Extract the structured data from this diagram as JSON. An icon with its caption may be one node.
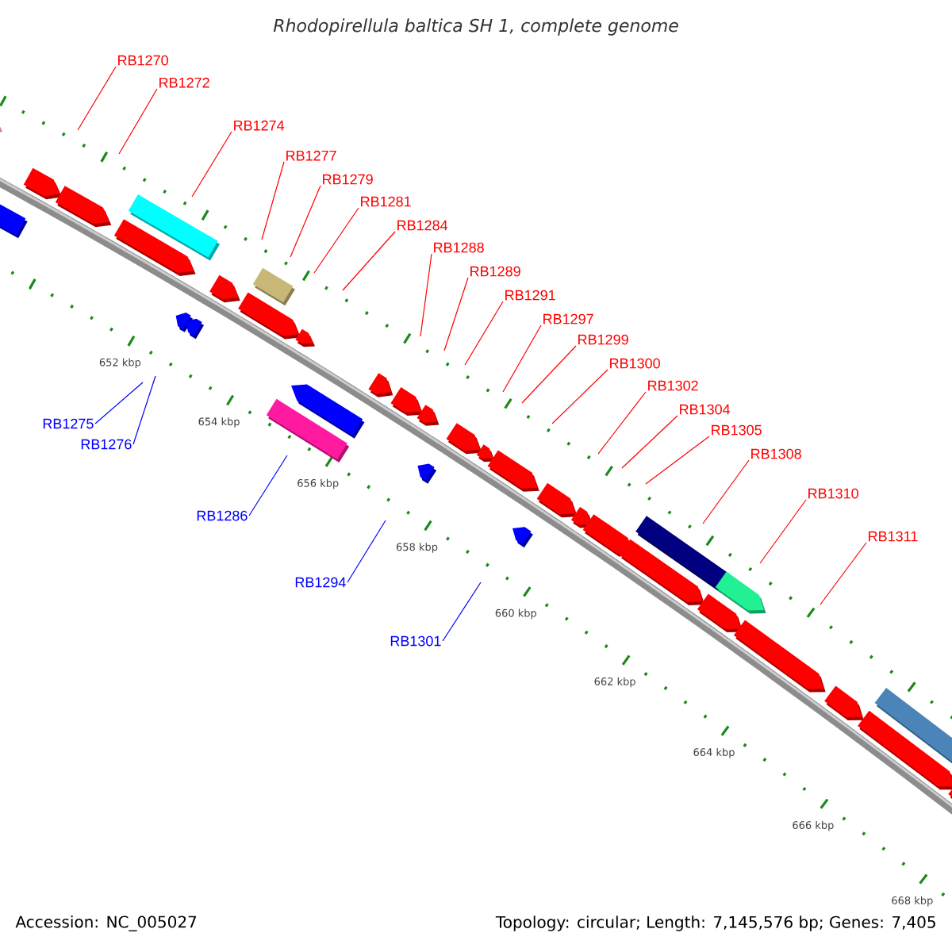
{
  "diagram": {
    "title": "Rhodopirellula baltica SH 1, complete genome",
    "nodes": [
      {
        "text": [
          "RB1270"
        ]
      },
      {
        "text": [
          "RB1272"
        ]
      },
      {
        "text": [
          "RB1274"
        ]
      },
      {
        "text": [
          "RB1277"
        ]
      },
      {
        "text": [
          "RB1279"
        ]
      },
      {
        "text": [
          "RB1281"
        ]
      },
      {
        "text": [
          "RB1284"
        ]
      },
      {
        "text": [
          "RB1288"
        ]
      },
      {
        "text": [
          "RB1289"
        ]
      },
      {
        "text": [
          "RB1291"
        ]
      },
      {
        "text": [
          "RB1297"
        ]
      },
      {
        "text": [
          "RB1299"
        ]
      },
      {
        "text": [
          "RB1300"
        ]
      },
      {
        "text": [
          "RB1302"
        ]
      },
      {
        "text": [
          "RB1304"
        ]
      },
      {
        "text": [
          "RB1305"
        ]
      },
      {
        "text": [
          "RB1308"
        ]
      },
      {
        "text": [
          "RB1310"
        ]
      },
      {
        "text": [
          "RB1311"
        ]
      },
      {
        "text": [
          "RB1275"
        ]
      },
      {
        "text": [
          "RB1276"
        ]
      },
      {
        "text": [
          "RB1286"
        ]
      },
      {
        "text": [
          "RB1294"
        ]
      },
      {
        "text": [
          "RB1301"
        ]
      }
    ],
    "edges": [
      {
        "from": 0,
        "to": null,
        "arrow": "none"
      },
      {
        "from": 1,
        "to": null,
        "arrow": "none"
      },
      {
        "from": 2,
        "to": null,
        "arrow": "none"
      },
      {
        "from": 3,
        "to": null,
        "arrow": "none"
      },
      {
        "from": 4,
        "to": null,
        "arrow": "none"
      },
      {
        "from": 5,
        "to": null,
        "arrow": "none"
      },
      {
        "from": 6,
        "to": null,
        "arrow": "none"
      },
      {
        "from": 7,
        "to": null,
        "arrow": "none"
      },
      {
        "from": 8,
        "to": null,
        "arrow": "none"
      },
      {
        "from": 9,
        "to": null,
        "arrow": "none"
      },
      {
        "from": 10,
        "to": null,
        "arrow": "none"
      },
      {
        "from": 11,
        "to": null,
        "arrow": "none"
      },
      {
        "from": 12,
        "to": null,
        "arrow": "none"
      },
      {
        "from": 13,
        "to": null,
        "arrow": "none"
      },
      {
        "from": 14,
        "to": null,
        "arrow": "none"
      },
      {
        "from": 15,
        "to": null,
        "arrow": "none"
      },
      {
        "from": 16,
        "to": null,
        "arrow": "none"
      },
      {
        "from": 17,
        "to": null,
        "arrow": "none"
      },
      {
        "from": 18,
        "to": null,
        "arrow": "none"
      },
      {
        "from": 19,
        "to": null,
        "arrow": "none",
        "color": "#0000ff"
      },
      {
        "from": 20,
        "to": null,
        "arrow": "none",
        "color": "#0000ff"
      },
      {
        "from": 21,
        "to": null,
        "arrow": "none",
        "color": "#0000ff"
      },
      {
        "from": 22,
        "to": null,
        "arrow": "none",
        "color": "#0000ff"
      },
      {
        "from": 23,
        "to": null,
        "arrow": "none",
        "color": "#0000ff"
      }
    ],
    "labels": [
      "652 kbp",
      "654 kbp",
      "656 kbp",
      "658 kbp",
      "660 kbp",
      "662 kbp",
      "664 kbp",
      "666 kbp",
      "668 kbp",
      "Accession: NC_005027",
      "Topology: circular; Length: 7,145,576 bp; Genes: 7,405"
    ]
  }
}
